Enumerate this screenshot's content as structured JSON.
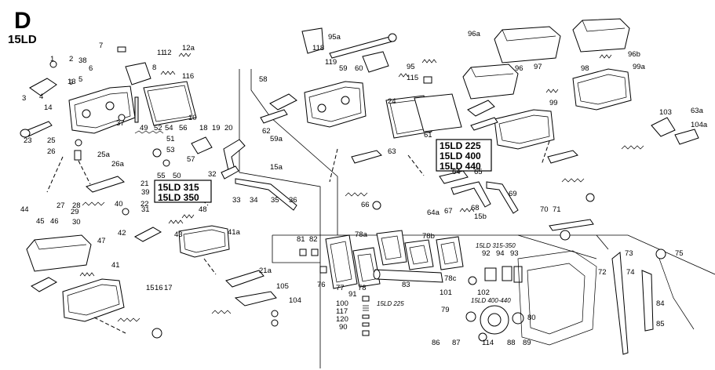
{
  "header": {
    "letter": "D",
    "model": "15LD"
  },
  "model_boxes": [
    {
      "lines": [
        "15LD 315",
        "15LD 350"
      ]
    },
    {
      "lines": [
        "15LD 225",
        "15LD 400",
        "15LD 440"
      ]
    }
  ],
  "notes": [
    "15LD 315-350",
    "15LD 400-440",
    "15LD 225"
  ],
  "callouts": [
    "1",
    "2",
    "3",
    "4",
    "5",
    "6",
    "7",
    "8",
    "9",
    "10",
    "11",
    "12",
    "12a",
    "13",
    "14",
    "15",
    "15a",
    "15b",
    "16",
    "17",
    "18",
    "19",
    "20",
    "21",
    "21a",
    "22",
    "23",
    "24",
    "25",
    "25a",
    "26",
    "26a",
    "27",
    "28",
    "29",
    "30",
    "31",
    "32",
    "33",
    "34",
    "35",
    "36",
    "37",
    "38",
    "39",
    "40",
    "41",
    "41a",
    "42",
    "43",
    "44",
    "45",
    "46",
    "47",
    "48",
    "49",
    "50",
    "51",
    "52",
    "53",
    "54",
    "55",
    "56",
    "57",
    "58",
    "59",
    "59a",
    "60",
    "61",
    "62",
    "63",
    "63a",
    "64",
    "64a",
    "65",
    "66",
    "67",
    "68",
    "69",
    "70",
    "71",
    "72",
    "73",
    "74",
    "75",
    "76",
    "77",
    "78",
    "78a",
    "78b",
    "78c",
    "79",
    "80",
    "81",
    "82",
    "83",
    "84",
    "85",
    "86",
    "87",
    "88",
    "89",
    "90",
    "91",
    "92",
    "93",
    "94",
    "95",
    "95a",
    "96",
    "96a",
    "96b",
    "97",
    "98",
    "99",
    "99a",
    "100",
    "101",
    "102",
    "103",
    "104",
    "104a",
    "105",
    "114",
    "115",
    "116",
    "117",
    "118",
    "119",
    "120"
  ]
}
